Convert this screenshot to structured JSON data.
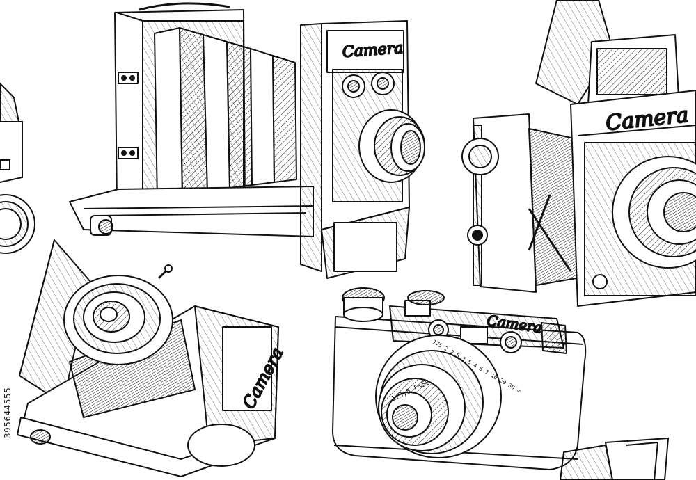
{
  "labels": {
    "camera_a": "Camera",
    "camera_b": "Camera",
    "camera_c": "Camera",
    "camera_d": "Camera"
  },
  "lens_text": {
    "aperture": "1:3,5 F=50",
    "scale": "175 2 2,5 3,5 4 5 7 10 20 30 ∞"
  },
  "stock_id": "395644555",
  "colors": {
    "ink": "#111111",
    "paper": "#ffffff"
  }
}
